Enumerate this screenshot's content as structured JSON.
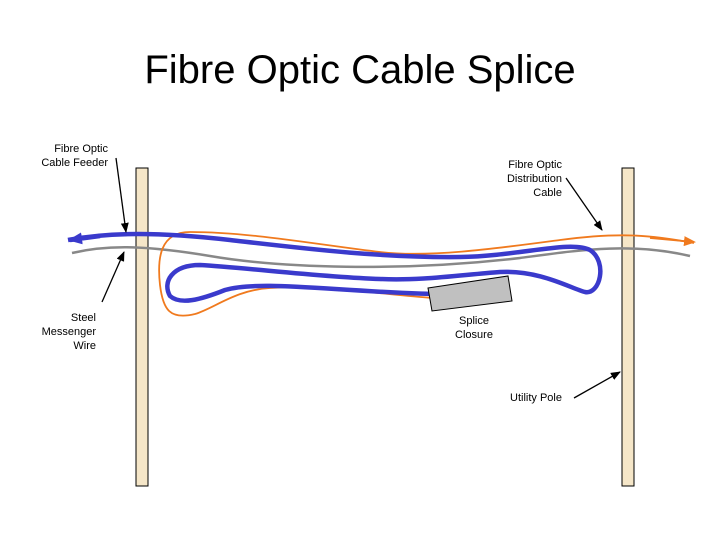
{
  "title": "Fibre Optic Cable Splice",
  "labels": {
    "feeder": [
      "Fibre Optic",
      "Cable Feeder"
    ],
    "distribution": [
      "Fibre Optic",
      "Distribution",
      "Cable"
    ],
    "messenger": [
      "Steel",
      "Messenger",
      "Wire"
    ],
    "splice": [
      "Splice",
      "Closure"
    ],
    "pole": "Utility Pole"
  },
  "colors": {
    "pole_fill": "#f5e6c8",
    "messenger": "#888888",
    "feeder_cable": "#3a3acc",
    "distribution_cable": "#f07a1e",
    "closure": "#c0c0c0"
  }
}
